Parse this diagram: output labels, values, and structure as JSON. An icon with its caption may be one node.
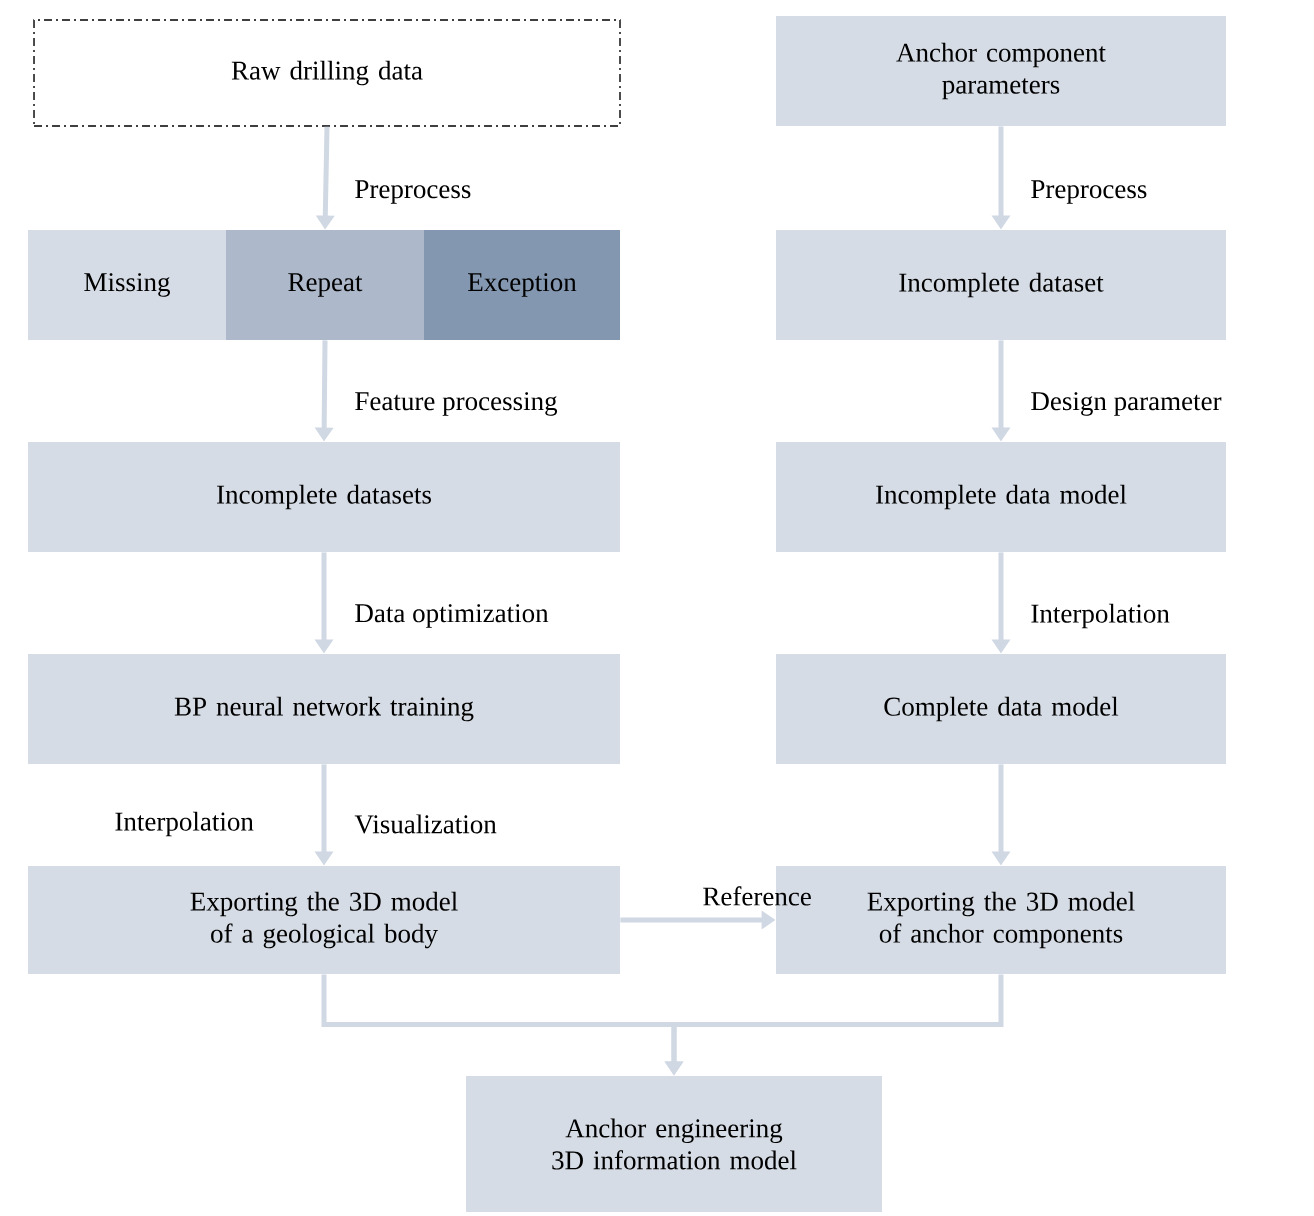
{
  "diagram": {
    "nodes": [
      {
        "text": [
          "Raw drilling data"
        ]
      },
      {
        "text": [
          "Missing"
        ]
      },
      {
        "text": [
          "Repeat"
        ]
      },
      {
        "text": [
          "Exception"
        ]
      },
      {
        "text": [
          "Incomplete datasets"
        ]
      },
      {
        "text": [
          "BP neural network training"
        ]
      },
      {
        "text": [
          "Exporting the 3D model of a geological body"
        ]
      },
      {
        "text": [
          "Anchor component parameters"
        ]
      },
      {
        "text": [
          "Incomplete dataset"
        ]
      },
      {
        "text": [
          "Incomplete data model"
        ]
      },
      {
        "text": [
          "Complete data model"
        ]
      },
      {
        "text": [
          "Exporting the 3D model of anchor components"
        ]
      },
      {
        "text": [
          "Anchor engineering 3D information model"
        ]
      }
    ],
    "edges": [
      {
        "from": 0,
        "to": 2,
        "arrow": "to",
        "label": "Preprocess"
      },
      {
        "from": 2,
        "to": 4,
        "arrow": "to",
        "label": "Feature processing"
      },
      {
        "from": 4,
        "to": 5,
        "arrow": "to",
        "label": "Data optimization"
      },
      {
        "from": 5,
        "to": 6,
        "arrow": "to",
        "label": "Visualization"
      },
      {
        "from": 7,
        "to": 8,
        "arrow": "to",
        "label": "Preprocess"
      },
      {
        "from": 8,
        "to": 9,
        "arrow": "to",
        "label": "Design parameter"
      },
      {
        "from": 9,
        "to": 10,
        "arrow": "to",
        "label": "Interpolation"
      },
      {
        "from": 10,
        "to": 11,
        "arrow": "to"
      },
      {
        "from": 6,
        "to": 11,
        "arrow": "to",
        "label": "Reference"
      },
      {
        "from": 6,
        "to": 12,
        "arrow": "to"
      },
      {
        "from": 11,
        "to": 12,
        "arrow": "to"
      }
    ],
    "labels": [
      "Interpolation"
    ]
  }
}
